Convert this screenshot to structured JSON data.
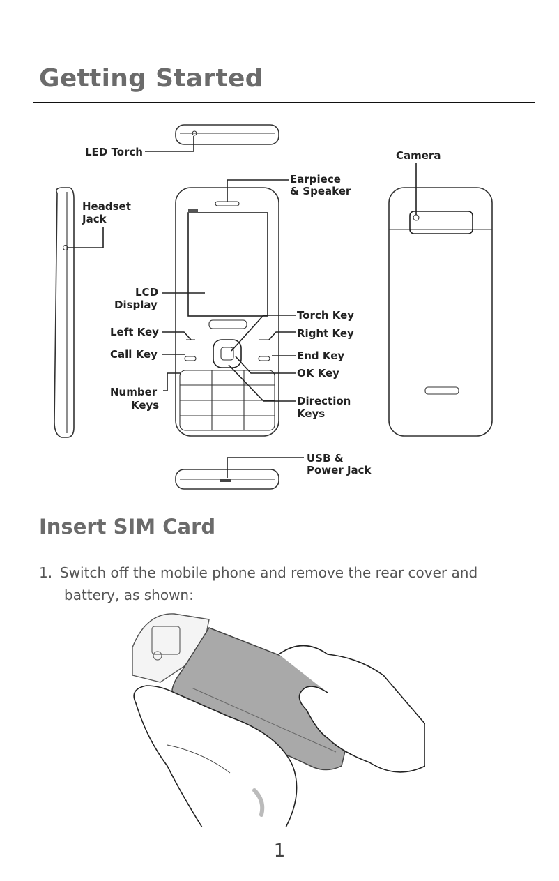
{
  "page": {
    "title": "Getting Started",
    "section_title": "Insert SIM Card",
    "step_number": "1.",
    "step_text_line1": "Switch off the mobile phone and remove the rear cover and",
    "step_text_line2": "battery, as shown:",
    "page_number": "1"
  },
  "diagram": {
    "labels": {
      "led_torch": "LED Torch",
      "headset": "Headset",
      "jack": "Jack",
      "earpiece": "Earpiece",
      "speaker": "& Speaker",
      "camera": "Camera",
      "lcd": "LCD",
      "display": "Display",
      "left_key": "Left Key",
      "call_key": "Call Key",
      "number": "Number",
      "keys": "Keys",
      "torch_key": "Torch Key",
      "right_key": "Right Key",
      "end_key": "End Key",
      "ok_key": "OK Key",
      "direction": "Direction",
      "direction_keys": "Keys",
      "usb": "USB &",
      "power_jack": "Power Jack"
    }
  }
}
